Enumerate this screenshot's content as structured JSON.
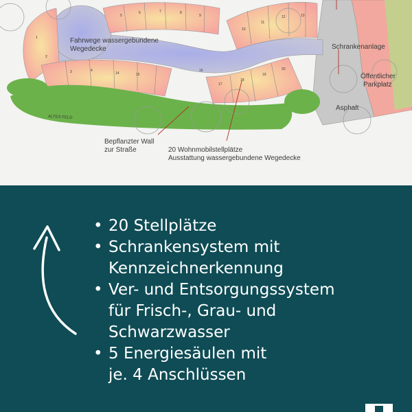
{
  "plan": {
    "labels": {
      "fahrwege": [
        "Fahrwege wassergebundene",
        "Wegedecke"
      ],
      "schrankenanlage": "Schrankenanlage",
      "parkplatz": [
        "Öffentlicher",
        "Parkplatz"
      ],
      "asphalt": "Asphalt",
      "altes_feld": "ALTES FELD",
      "wall": [
        "Bepflanzter Wall",
        "zur Straße"
      ],
      "stellplaetze": [
        "20 Wohnmobilstellplätze",
        "Ausstattung wassergebundene Wegedecke"
      ]
    },
    "pitch_numbers": [
      "1",
      "2",
      "3",
      "4",
      "5",
      "6",
      "7",
      "8",
      "9",
      "10",
      "11",
      "12",
      "13",
      "14",
      "15",
      "16",
      "17",
      "18",
      "19",
      "20"
    ],
    "colors": {
      "background": "#f3f3f1",
      "pitch_fill": "#f6a5a0",
      "pitch_glow": "#f8e2a0",
      "road": "#b5b6d6",
      "green": "#6bb24a",
      "asphalt": "#c8c8c8",
      "parking": "#f2a89e"
    }
  },
  "panel": {
    "background": "#0f4c55",
    "features": [
      [
        "20 Stellplätze"
      ],
      [
        "Schrankensystem mit",
        "Kennzeichnerkennung"
      ],
      [
        "Ver- und Entsorgungssystem",
        "für Frisch-, Grau- und",
        "Schwarzwasser"
      ],
      [
        "5 Energiesäulen mit",
        "je. 4 Anschlüssen"
      ]
    ],
    "arrow_icon": "curved-arrow-up-icon"
  }
}
